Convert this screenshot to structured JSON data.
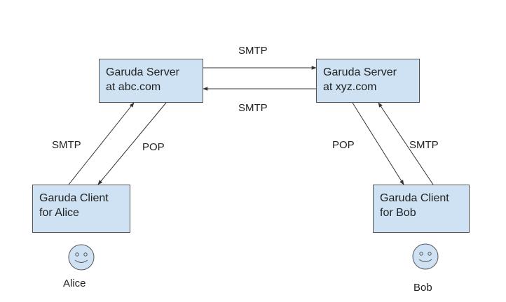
{
  "nodes": {
    "server_abc": {
      "line1": "Garuda Server",
      "line2": "at abc.com"
    },
    "server_xyz": {
      "line1": "Garuda Server",
      "line2": "at xyz.com"
    },
    "client_alice": {
      "line1": "Garuda Client",
      "line2": "for Alice"
    },
    "client_bob": {
      "line1": "Garuda Client",
      "line2": "for Bob"
    }
  },
  "edges": {
    "abc_to_xyz": "SMTP",
    "xyz_to_abc": "SMTP",
    "alice_to_abc": "SMTP",
    "abc_to_alice": "POP",
    "xyz_to_bob": "POP",
    "bob_to_xyz": "SMTP"
  },
  "people": {
    "alice": {
      "name": "Alice",
      "icon": "smiley-face-icon"
    },
    "bob": {
      "name": "Bob",
      "icon": "smiley-face-icon"
    }
  },
  "colors": {
    "node_fill": "#cfe2f3",
    "node_border": "#555555",
    "line": "#333333",
    "face_fill": "#cfe2f3"
  }
}
